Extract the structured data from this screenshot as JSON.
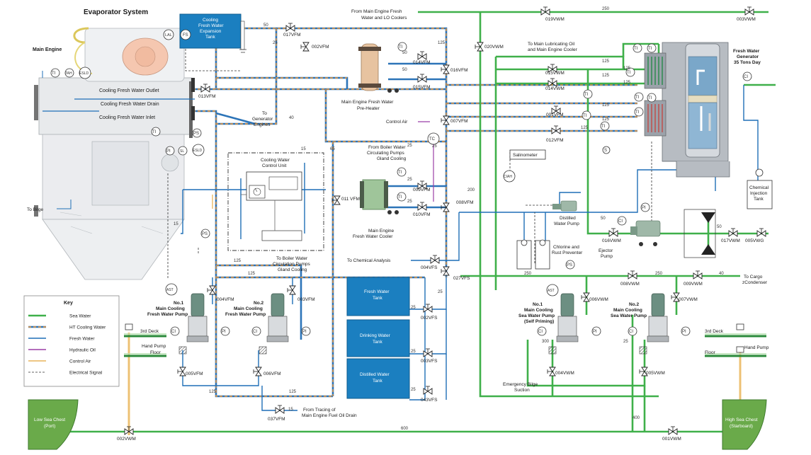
{
  "title": "Evaporator System",
  "labels": {
    "main_engine": "Main Engine",
    "expansion_tank": [
      "Cooling",
      "Fresh Water",
      "Expansion",
      "Tank"
    ],
    "cfw_outlet": "Cooling Fresh Water Outlet",
    "cfw_drain": "Cooling Fresh Water Drain",
    "cfw_inlet": "Cooling Fresh Water Inlet",
    "to_generator": [
      "To",
      "Generator",
      "Engines"
    ],
    "to_bilge": "To Bilge",
    "control_unit": [
      "Cooling Water",
      "Control Unit"
    ],
    "to_boiler": [
      "To Boiler Water",
      "Circulation Pumps",
      "Gland Cooling"
    ],
    "preheater": [
      "Main Engine Fresh Water",
      "Pre-Heater"
    ],
    "control_air": "Control Air",
    "from_boiler": [
      "From Boiler Water",
      "Circulating Pumps",
      "Gland Cooling"
    ],
    "fw_cooler": [
      "Main Engine",
      "Fresh Water Cooler"
    ],
    "from_me_fresh": [
      "From Main Engine Fresh",
      "Water and LO Coolers"
    ],
    "to_lo_cooler": [
      "To Main Lubricating Oil",
      "and Main Engine Cooler"
    ],
    "fwg": [
      "Fresh Water",
      "Generator",
      "35 Tons Day"
    ],
    "salinometer": "Salinometer",
    "distilled_pump": [
      "Distilled",
      "Water Pump"
    ],
    "chlorine": [
      "Chlorine and",
      "Rust Preventer"
    ],
    "ejector_pump": [
      "Ejector",
      "Pump"
    ],
    "chem_tank": [
      "Chemical",
      "Injection",
      "Tank"
    ],
    "to_chem": "To Chemical Analysis",
    "fresh_tank": [
      "Fresh Water",
      "Tank"
    ],
    "drinking_tank": [
      "Drinking Water",
      "Tank"
    ],
    "distilled_tank": [
      "Distilled Water",
      "Tank"
    ],
    "to_cargo": [
      "To Cargo",
      "zCondenser"
    ],
    "fw_pump1": [
      "No.1",
      "Main Cooling",
      "Fresh Water Pump"
    ],
    "fw_pump2": [
      "No.2",
      "Main Cooling",
      "Fresh Water Pump"
    ],
    "sw_pump1": [
      "No.1",
      "Main Cooling",
      "Sea Water Pump",
      "(Self Priming)"
    ],
    "sw_pump2": [
      "No.2",
      "Main Cooling",
      "Sea Water Pump"
    ],
    "third_deck": "3rd Deck",
    "hand_pump": "Hand Pump",
    "floor": "Floor",
    "emergency_bilge": [
      "Emergency Bilge",
      "Suction"
    ],
    "from_tracing": [
      "From Tracing of",
      "Main Engine Fuel Oil Drain"
    ],
    "low_sea_chest": [
      "Low Sea Chest",
      "(Port)"
    ],
    "high_sea_chest": [
      "High Sea Chest",
      "(Starboard)"
    ]
  },
  "valves": {
    "v019VWM": "019VWM",
    "v003VWM": "003VWM",
    "v017VFM": "017VFM",
    "v002VFM": "002VFM",
    "v020VWM": "020VWM",
    "v014VFM": "014VFM",
    "v015VFM": "015VFM",
    "v016VFM": "016VFM",
    "v015VWM": "015VWM",
    "v014VWM": "014VWM",
    "v013VFM": "013VFM",
    "v001VFM": "001VFM",
    "v007VFM": "007VFM",
    "v012VFM": "012VFM",
    "v009VFM": "009VFM",
    "v010VFM": "010VFM",
    "v008VFM": "008VFM",
    "v011VFM": "011 VFM",
    "v016VWM": "016VWM",
    "v017VWM": "017VWM",
    "v005VWG": "005VWG",
    "v004VFS": "004VFS",
    "v027VFS": "027VFS",
    "v002VFS": "002VFS",
    "v003VFS": "003VFS",
    "v043VFS": "043VFS",
    "v008VWM": "008VWM",
    "v009VWM": "009VWM",
    "v004VFM": "004VFM",
    "v003VFM": "003VFM",
    "v005VFM": "005VFM",
    "v006VFM": "006VFM",
    "v006VWM": "006VWM",
    "v007VWM": "007VWM",
    "v004VWM": "004VWM",
    "v005VWM": "005VWM",
    "v037VFM": "037VFM",
    "v002VWM": "002VWM",
    "v001VWM": "001VWM"
  },
  "instruments": {
    "TI": "TI",
    "PI": "PI",
    "CI": "CI",
    "PS": "PS",
    "LAL": "LAL",
    "FS": "FS",
    "TAH": "TAH",
    "ESLD": "ESLD",
    "TC": "TC",
    "CIAH": "CIAH",
    "AST": "AST",
    "S": "S"
  },
  "pipe_sizes": [
    "250",
    "50",
    "25",
    "125",
    "40",
    "65",
    "15",
    "200",
    "400",
    "600",
    "300"
  ],
  "key": {
    "title": "Key",
    "items": [
      {
        "label": "Sea Water",
        "color": "#3fb04a",
        "style": "sw"
      },
      {
        "label": "HT Cooling Water",
        "color": "#2c74b8",
        "style": "ht"
      },
      {
        "label": "Fresh Water",
        "color": "#1f6fb7",
        "style": "fw"
      },
      {
        "label": "Hydraulic Oil",
        "color": "#9b3fa6",
        "style": "ho"
      },
      {
        "label": "Control Air",
        "color": "#e8b35a",
        "style": "ca"
      },
      {
        "label": "Electrical Signal",
        "color": "#333333",
        "style": "es"
      }
    ]
  },
  "colors": {
    "tank_blue": "#1b7fc0",
    "sea_chest_green": "#6aaa4a",
    "engine_gray": "#c9ccd0"
  }
}
